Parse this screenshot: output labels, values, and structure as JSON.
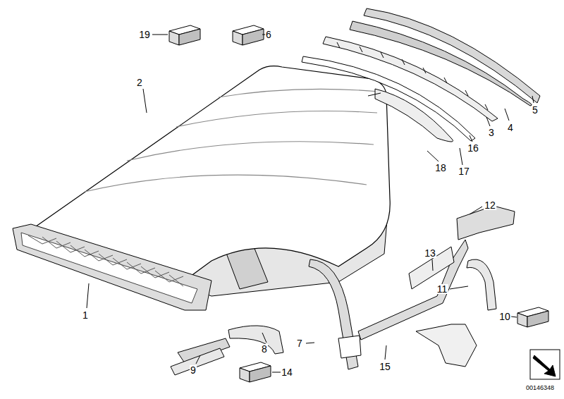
{
  "diagram": {
    "labels": [
      "19",
      "6",
      "2",
      "5",
      "4",
      "3",
      "16",
      "17",
      "18",
      "1",
      "12",
      "13",
      "11",
      "10",
      "9",
      "8",
      "7",
      "14",
      "15",
      "00146348"
    ]
  }
}
